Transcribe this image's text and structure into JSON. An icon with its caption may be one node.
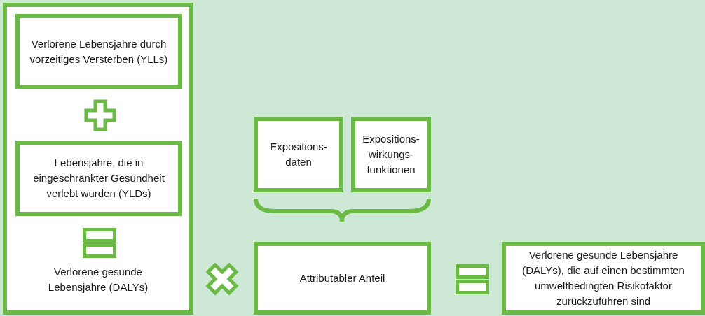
{
  "diagram": {
    "nodes": [
      {
        "text": [
          "Verlorene gesunde Lebensjahre (DALYs)"
        ]
      },
      {
        "text": [
          "Verlorene Lebensjahre durch vorzeitiges Versterben (YLLs)"
        ],
        "in": 0
      },
      {
        "text": [
          "Lebensjahre, die in eingeschränkter Gesundheit verlebt wurden (YLDs)"
        ],
        "in": 0
      },
      {
        "text": [
          "Expositions- daten"
        ]
      },
      {
        "text": [
          "Expositions- wirkungs- funktionen"
        ]
      },
      {
        "text": [
          "Attributabler Anteil"
        ]
      },
      {
        "text": [
          "Verlorene gesunde Lebensjahre (DALYs), die auf einen bestimmten umweltbedingten Risikofaktor zurückzuführen sind"
        ]
      }
    ]
  }
}
